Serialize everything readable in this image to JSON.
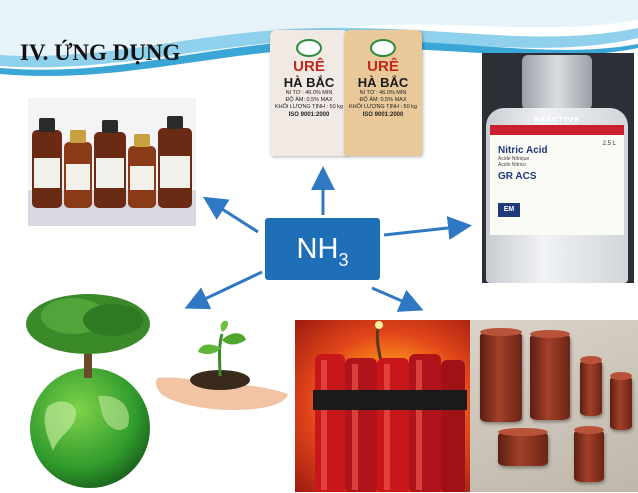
{
  "slide": {
    "title": "IV. ỨNG DỤNG",
    "center_formula": {
      "base": "NH",
      "subscript": "3"
    }
  },
  "fertilizer_bags": [
    {
      "brand": "URÊ",
      "name": "HÀ BẮC",
      "spec_lines": [
        "NI TƠ : 46.0% MIN",
        "ĐỘ ẨM: 0.5% MAX",
        "KHỐI LƯỢNG TỊNH : 50 kg"
      ],
      "cert": "ISO 9001:2000",
      "color": "#f1e9e4"
    },
    {
      "brand": "URÊ",
      "name": "HÀ BẮC",
      "spec_lines": [
        "NI TƠ : 46.0% MIN",
        "ĐỘ ẨM: 0.5% MAX",
        "KHỐI LƯỢNG TỊNH : 50 kg"
      ],
      "cert": "ISO 9001:2000",
      "color": "#e9c99a"
    }
  ],
  "acid_bottle": {
    "band": "REACTIVE",
    "title": "Nitric Acid",
    "sub1": "Acide Nitrique",
    "sub2": "Acido Nitrico",
    "grade": "GR  ACS",
    "logo": "EM",
    "volume": "2.5 L"
  },
  "colors": {
    "center_box": "#1f6fb8",
    "arrow": "#2f78c4",
    "wave_light": "#bfe3f2",
    "wave_dark": "#3aa6d6"
  },
  "images": [
    "chemical-bottles-photo",
    "urea-fertilizer-bags-photo",
    "nitric-acid-bottle-photo",
    "tree-on-globe-image",
    "seedling-in-hand-image",
    "dynamite-explosive-image",
    "explosive-cylinders-photo"
  ]
}
